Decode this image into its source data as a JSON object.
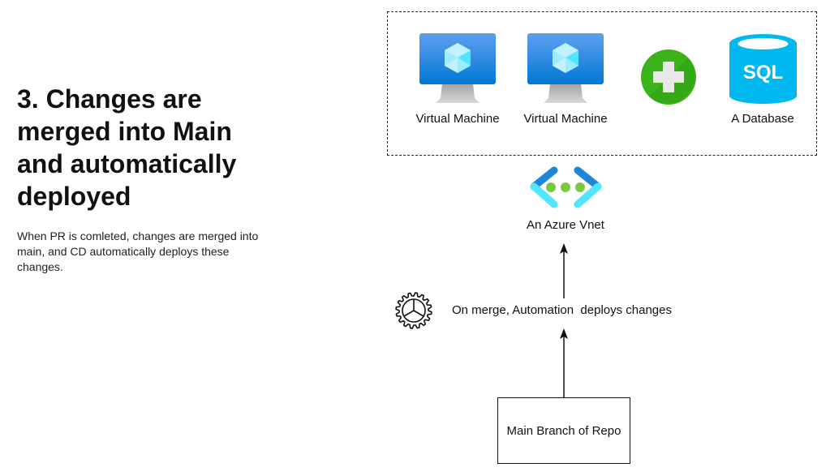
{
  "slide": {
    "heading": "3. Changes are merged into Main and automatically deployed",
    "description": "When PR is comleted, changes are merged into main, and CD automatically deploys these changes."
  },
  "diagram": {
    "resource_group": {
      "items": [
        {
          "icon": "virtual-machine-icon",
          "label": "Virtual Machine"
        },
        {
          "icon": "virtual-machine-icon",
          "label": "Virtual Machine"
        },
        {
          "icon": "add-icon",
          "label": ""
        },
        {
          "icon": "sql-database-icon",
          "label": "A Database",
          "icon_text": "SQL"
        }
      ]
    },
    "vnet": {
      "icon": "azure-vnet-icon",
      "label": "An Azure Vnet"
    },
    "automation": {
      "icon": "gear-icon",
      "label": "On merge, Automation  deploys changes"
    },
    "repo": {
      "label": "Main Branch of Repo"
    },
    "colors": {
      "vm_screen_top": "#5ea0ef",
      "vm_screen_bottom": "#0078d4",
      "add_green": "#3cb31a",
      "sql_blue": "#00b8f0",
      "vnet_dark": "#1d86d8",
      "vnet_light": "#50e6ff",
      "vnet_dots": "#7ac943"
    }
  }
}
